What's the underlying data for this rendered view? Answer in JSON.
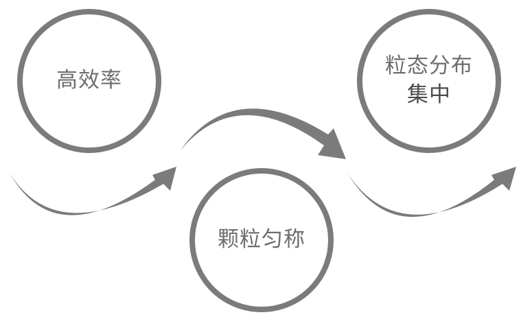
{
  "diagram": {
    "accent_color": "#7b7b7c",
    "nodes": [
      {
        "id": "node-1",
        "lines": [
          "高效率"
        ]
      },
      {
        "id": "node-2",
        "lines": [
          "颗粒匀称"
        ]
      },
      {
        "id": "node-3",
        "lines": [
          "粒态分布",
          "集中"
        ]
      }
    ]
  }
}
